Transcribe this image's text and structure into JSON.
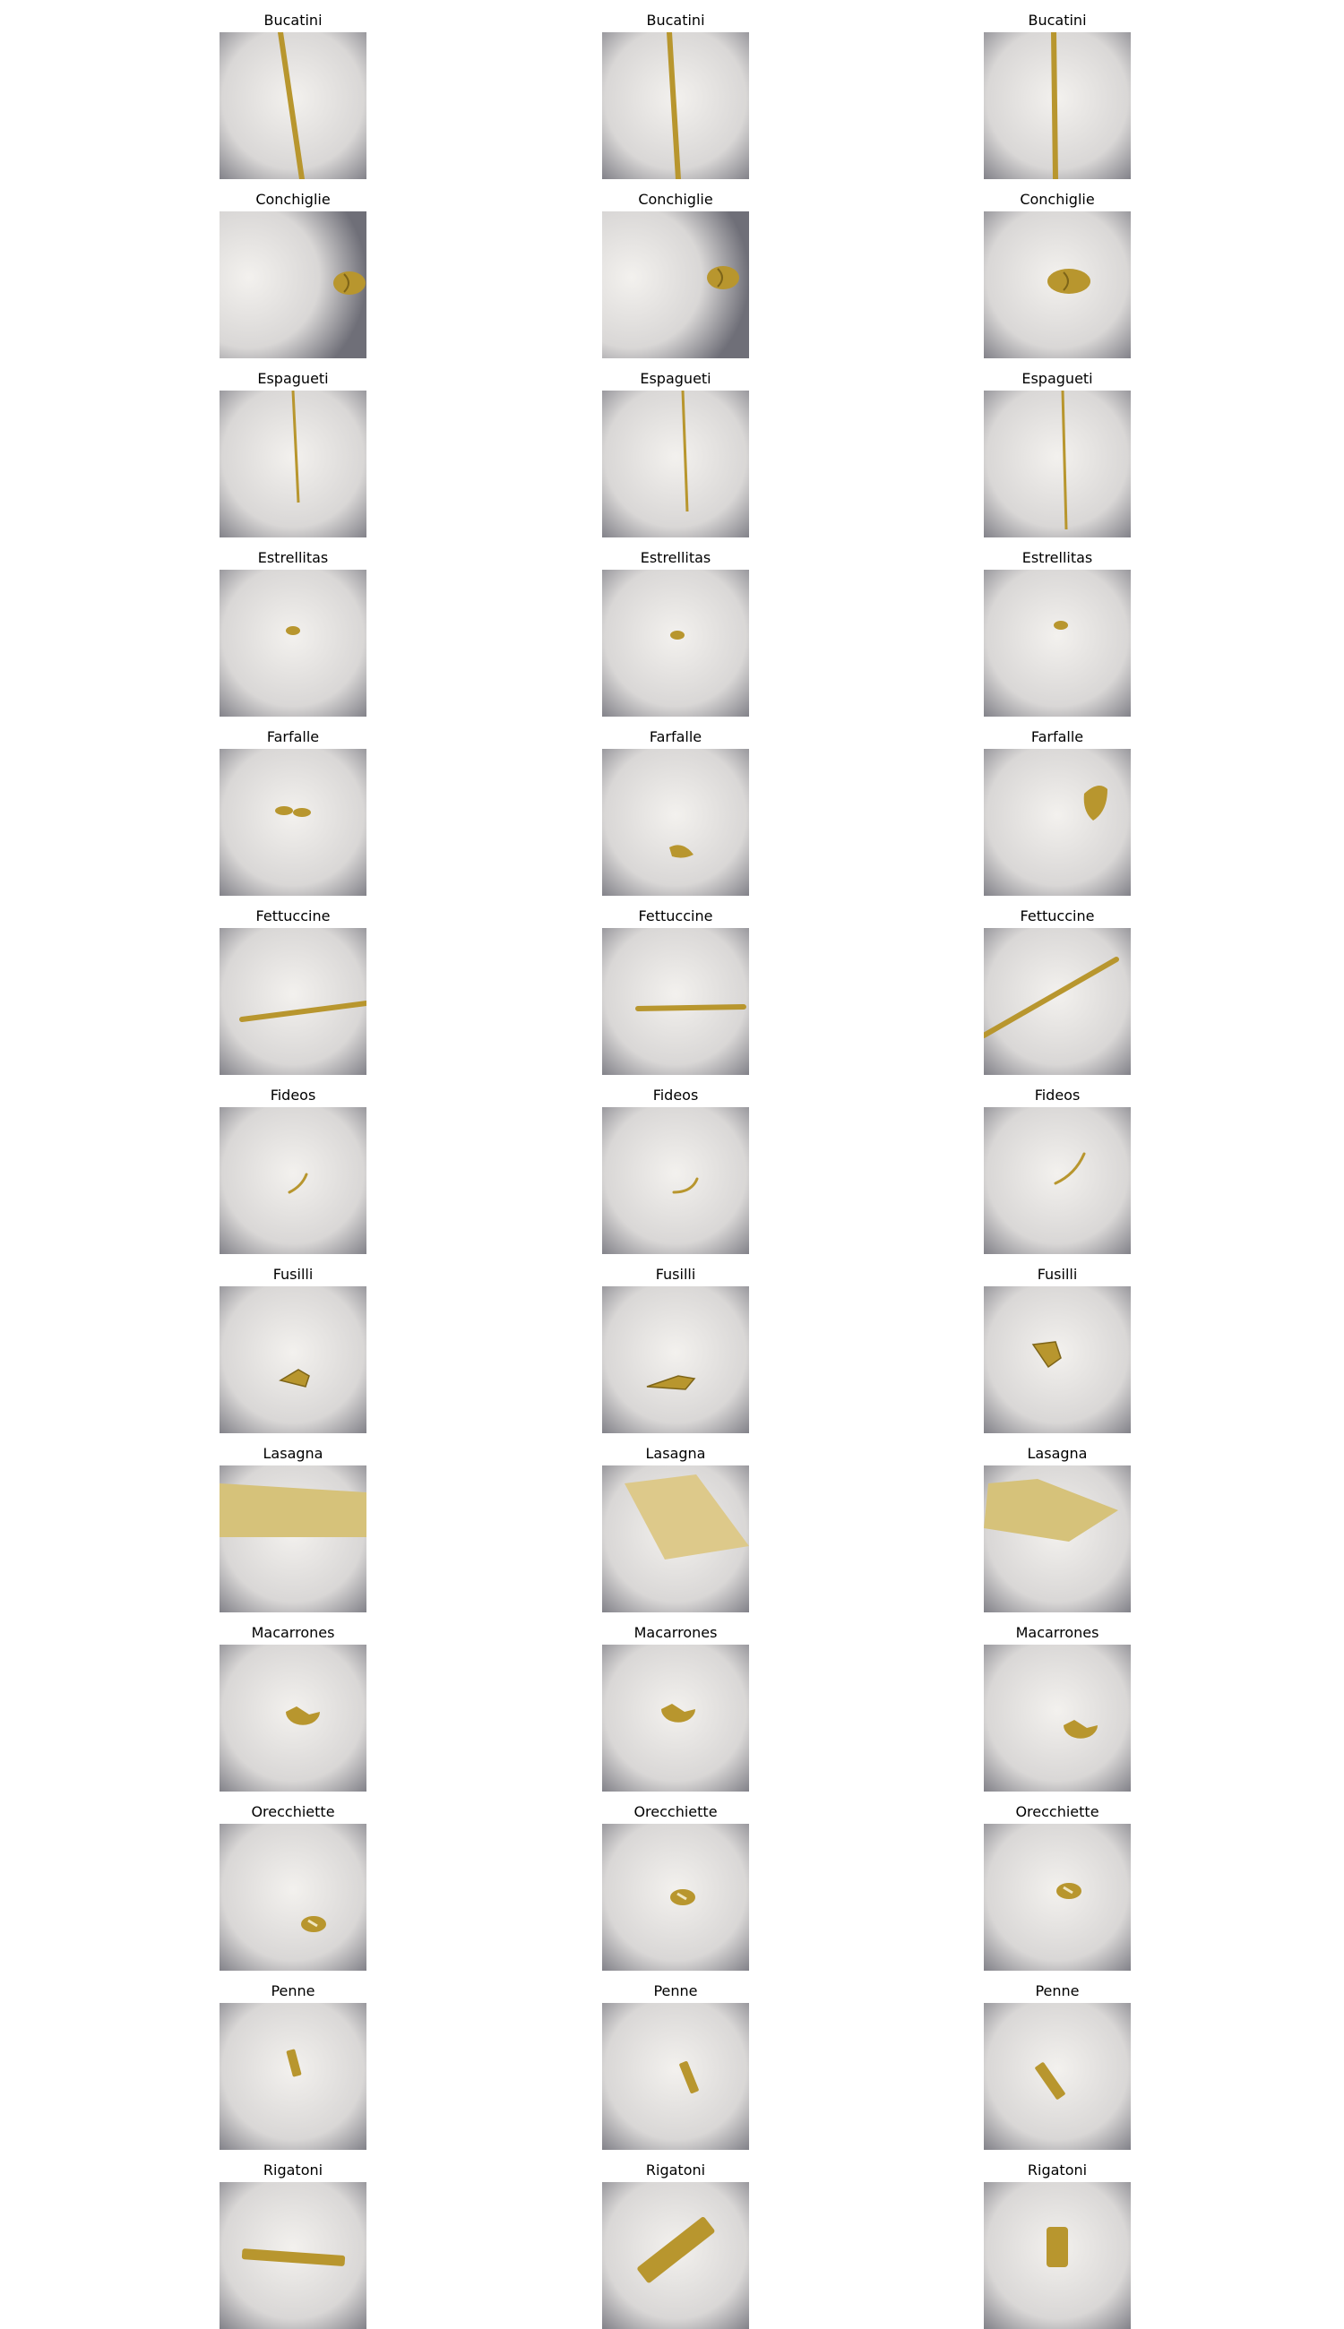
{
  "figure": {
    "rows": [
      {
        "label": "Bucatini",
        "shape": "long-vertical-strand"
      },
      {
        "label": "Conchiglie",
        "shape": "shell"
      },
      {
        "label": "Espagueti",
        "shape": "thin-vertical-strand"
      },
      {
        "label": "Estrellitas",
        "shape": "tiny-star"
      },
      {
        "label": "Farfalle",
        "shape": "bow-tie"
      },
      {
        "label": "Fettuccine",
        "shape": "flat-long-strand"
      },
      {
        "label": "Fideos",
        "shape": "short-curved-strand"
      },
      {
        "label": "Fusilli",
        "shape": "spiral"
      },
      {
        "label": "Lasagna",
        "shape": "flat-sheet"
      },
      {
        "label": "Macarrones",
        "shape": "elbow"
      },
      {
        "label": "Orecchiette",
        "shape": "small-disc"
      },
      {
        "label": "Penne",
        "shape": "short-tube"
      },
      {
        "label": "Rigatoni",
        "shape": "tube"
      }
    ],
    "columns": 3,
    "colors": {
      "background_light": "#f3f1ee",
      "background_dark": "#6f6f78",
      "pasta": "#b8962e",
      "pasta_dark": "#7d6418"
    }
  }
}
